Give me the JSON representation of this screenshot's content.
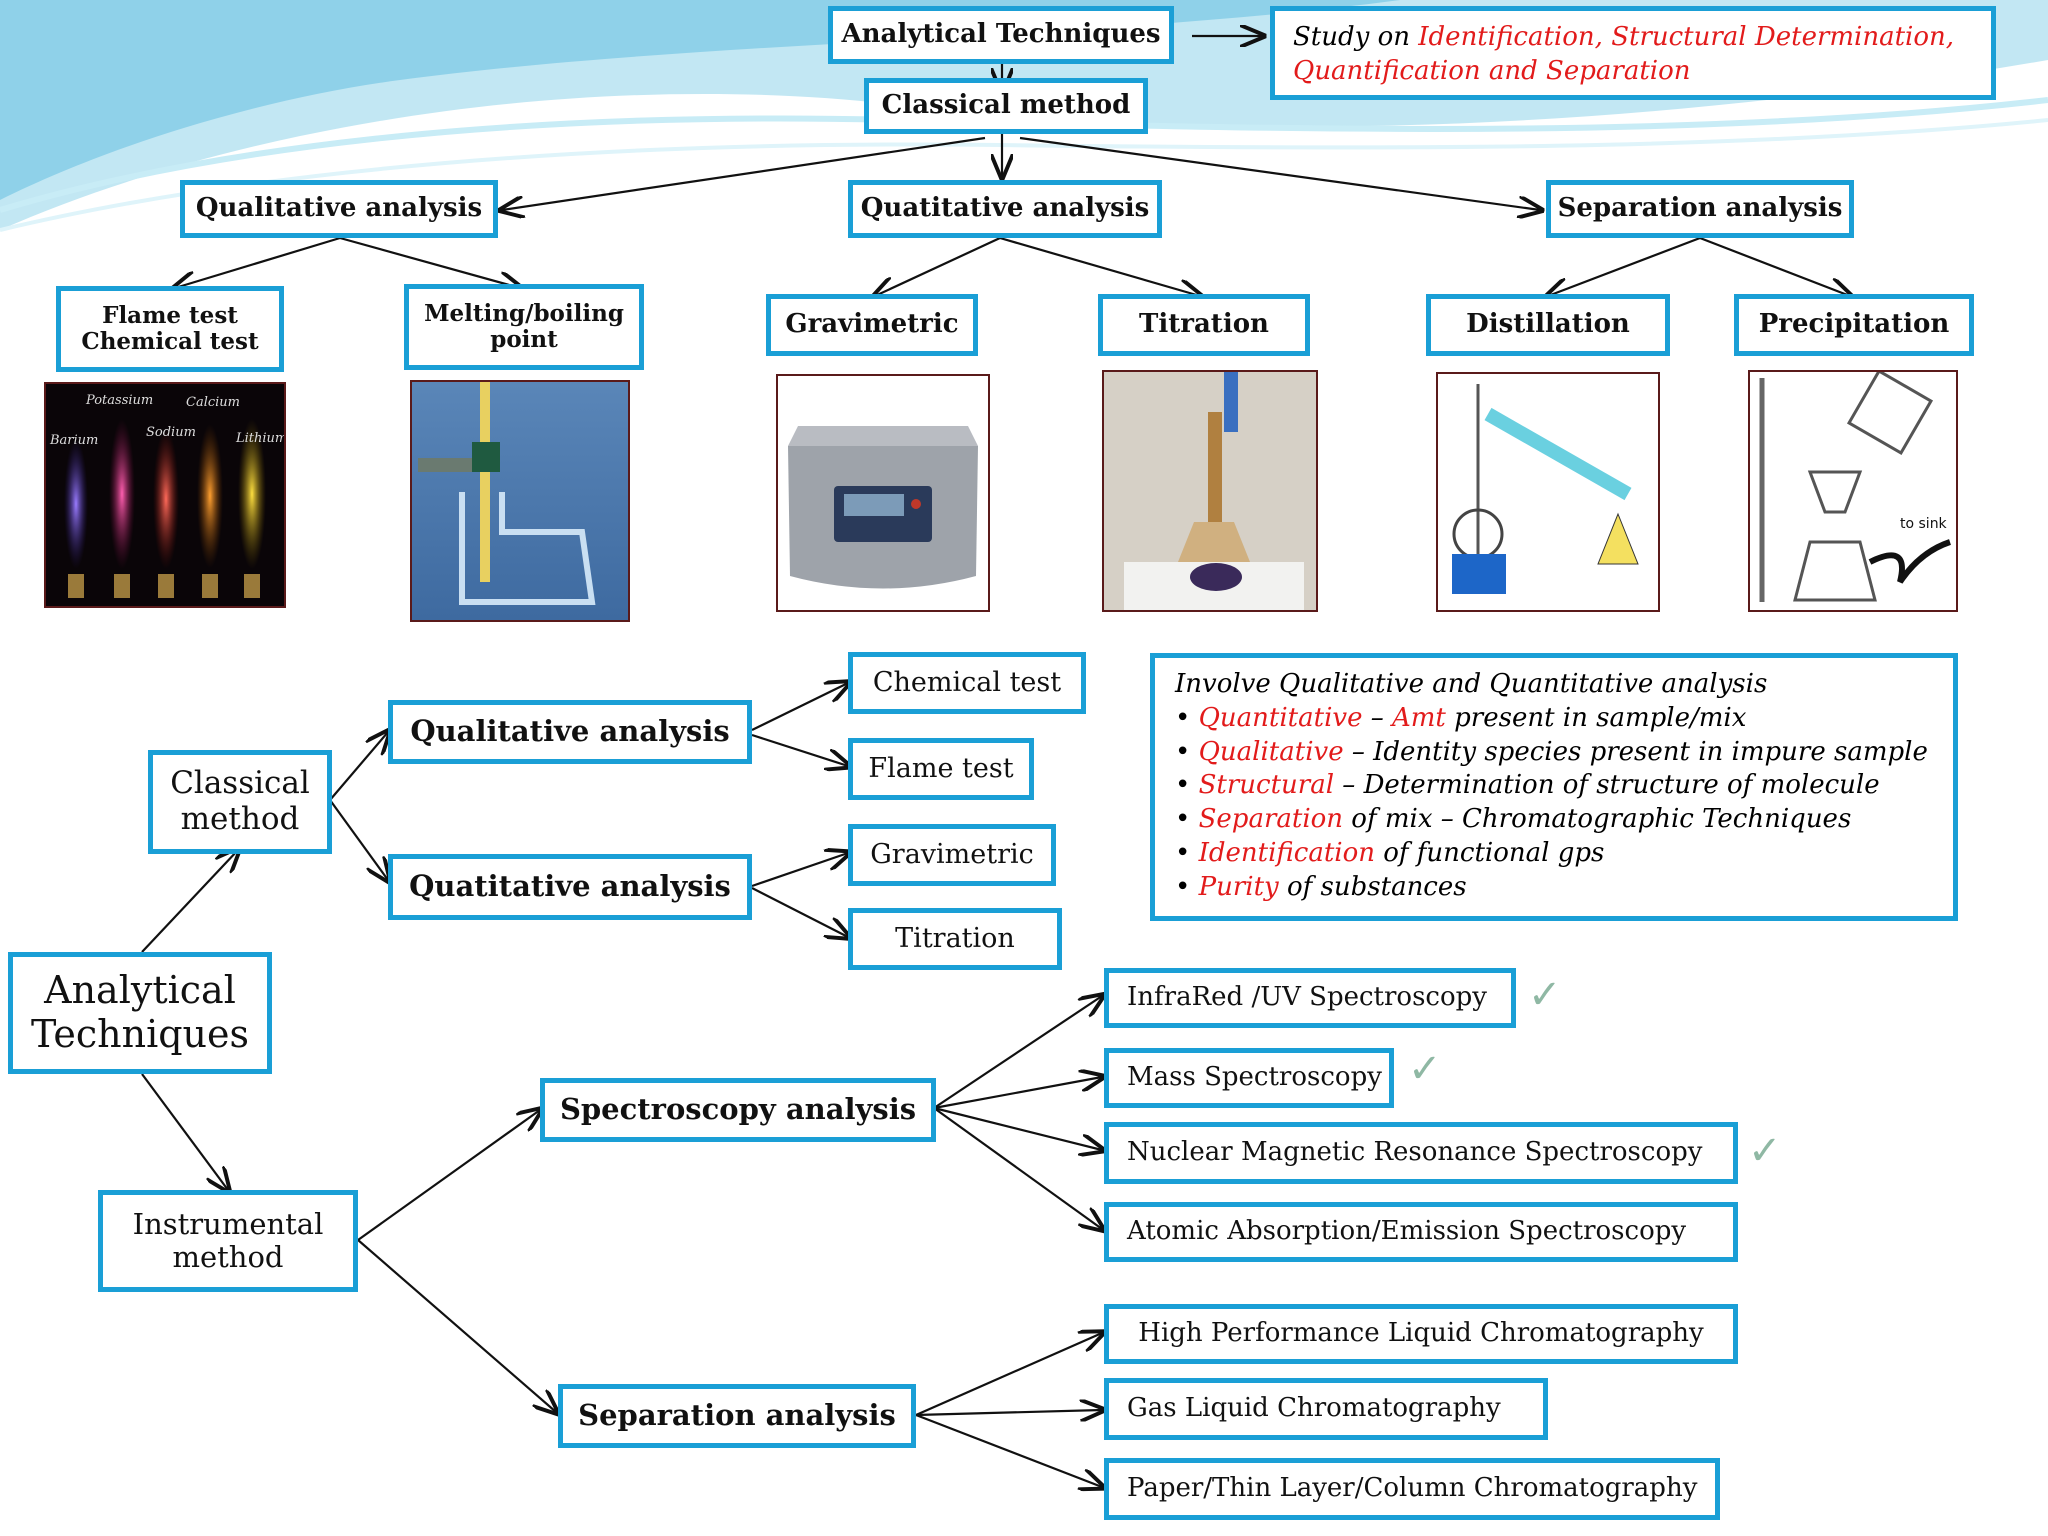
{
  "top_tree": {
    "root": "Analytical Techniques",
    "study": {
      "prefix": "Study on ",
      "items": [
        "Identification",
        ", ",
        "Structural Determination,",
        "Quantification and Separation"
      ]
    },
    "classical": "Classical method",
    "qualitative": "Qualitative analysis",
    "quantitative": "Quatitative analysis",
    "separation": "Separation analysis",
    "flame_chemical": "Flame test\nChemical test",
    "melting": "Melting/boiling\npoint",
    "gravimetric": "Gravimetric",
    "titration": "Titration",
    "distillation": "Distillation",
    "precipitation": "Precipitation",
    "flame_words": [
      "Potassium",
      "Calcium",
      "Barium",
      "Sodium",
      "Lithium"
    ],
    "to_sink": "to sink"
  },
  "bottom_tree": {
    "root": "Analytical\nTechniques",
    "classical": "Classical\nmethod",
    "instrumental": "Instrumental\nmethod",
    "qualitative": "Qualitative analysis",
    "quantitative": "Quatitative analysis",
    "chemical_test": "Chemical test",
    "flame_test": "Flame test",
    "gravimetric": "Gravimetric",
    "titration": "Titration",
    "spectroscopy": "Spectroscopy analysis",
    "separation": "Separation analysis",
    "spec_items": [
      "InfraRed  /UV Spectroscopy",
      "Mass Spectroscopy",
      "Nuclear Magnetic Resonance Spectroscopy",
      "Atomic Absorption/Emission Spectroscopy"
    ],
    "sep_items": [
      "High Performance Liquid  Chromatography",
      "Gas Liquid Chromatography",
      "Paper/Thin Layer/Column Chromatography"
    ],
    "check_mark": "✓"
  },
  "involve_box": {
    "heading": "Involve Qualitative and Quantitative analysis",
    "items": [
      {
        "term": "Quantitative",
        "sep": " – ",
        "term2": "Amt",
        "rest": " present in sample/mix"
      },
      {
        "term": "Qualitative",
        "sep": " – Identity  species present in impure sample",
        "term2": "",
        "rest": ""
      },
      {
        "term": "Structural",
        "sep": " – Determination of structure of  molecule",
        "term2": "",
        "rest": ""
      },
      {
        "term": "Separation",
        "sep": " of mix – Chromatographic Techniques",
        "term2": "",
        "rest": ""
      },
      {
        "term": "Identification",
        "sep": " of  functional gps",
        "term2": "",
        "rest": ""
      },
      {
        "term": "Purity",
        "sep": " of substances",
        "term2": "",
        "rest": ""
      }
    ],
    "bullet": "• "
  },
  "colors": {
    "box_border": "#1a9fd6",
    "accent_red": "#e21b1b",
    "check": "#8fb8a4"
  }
}
